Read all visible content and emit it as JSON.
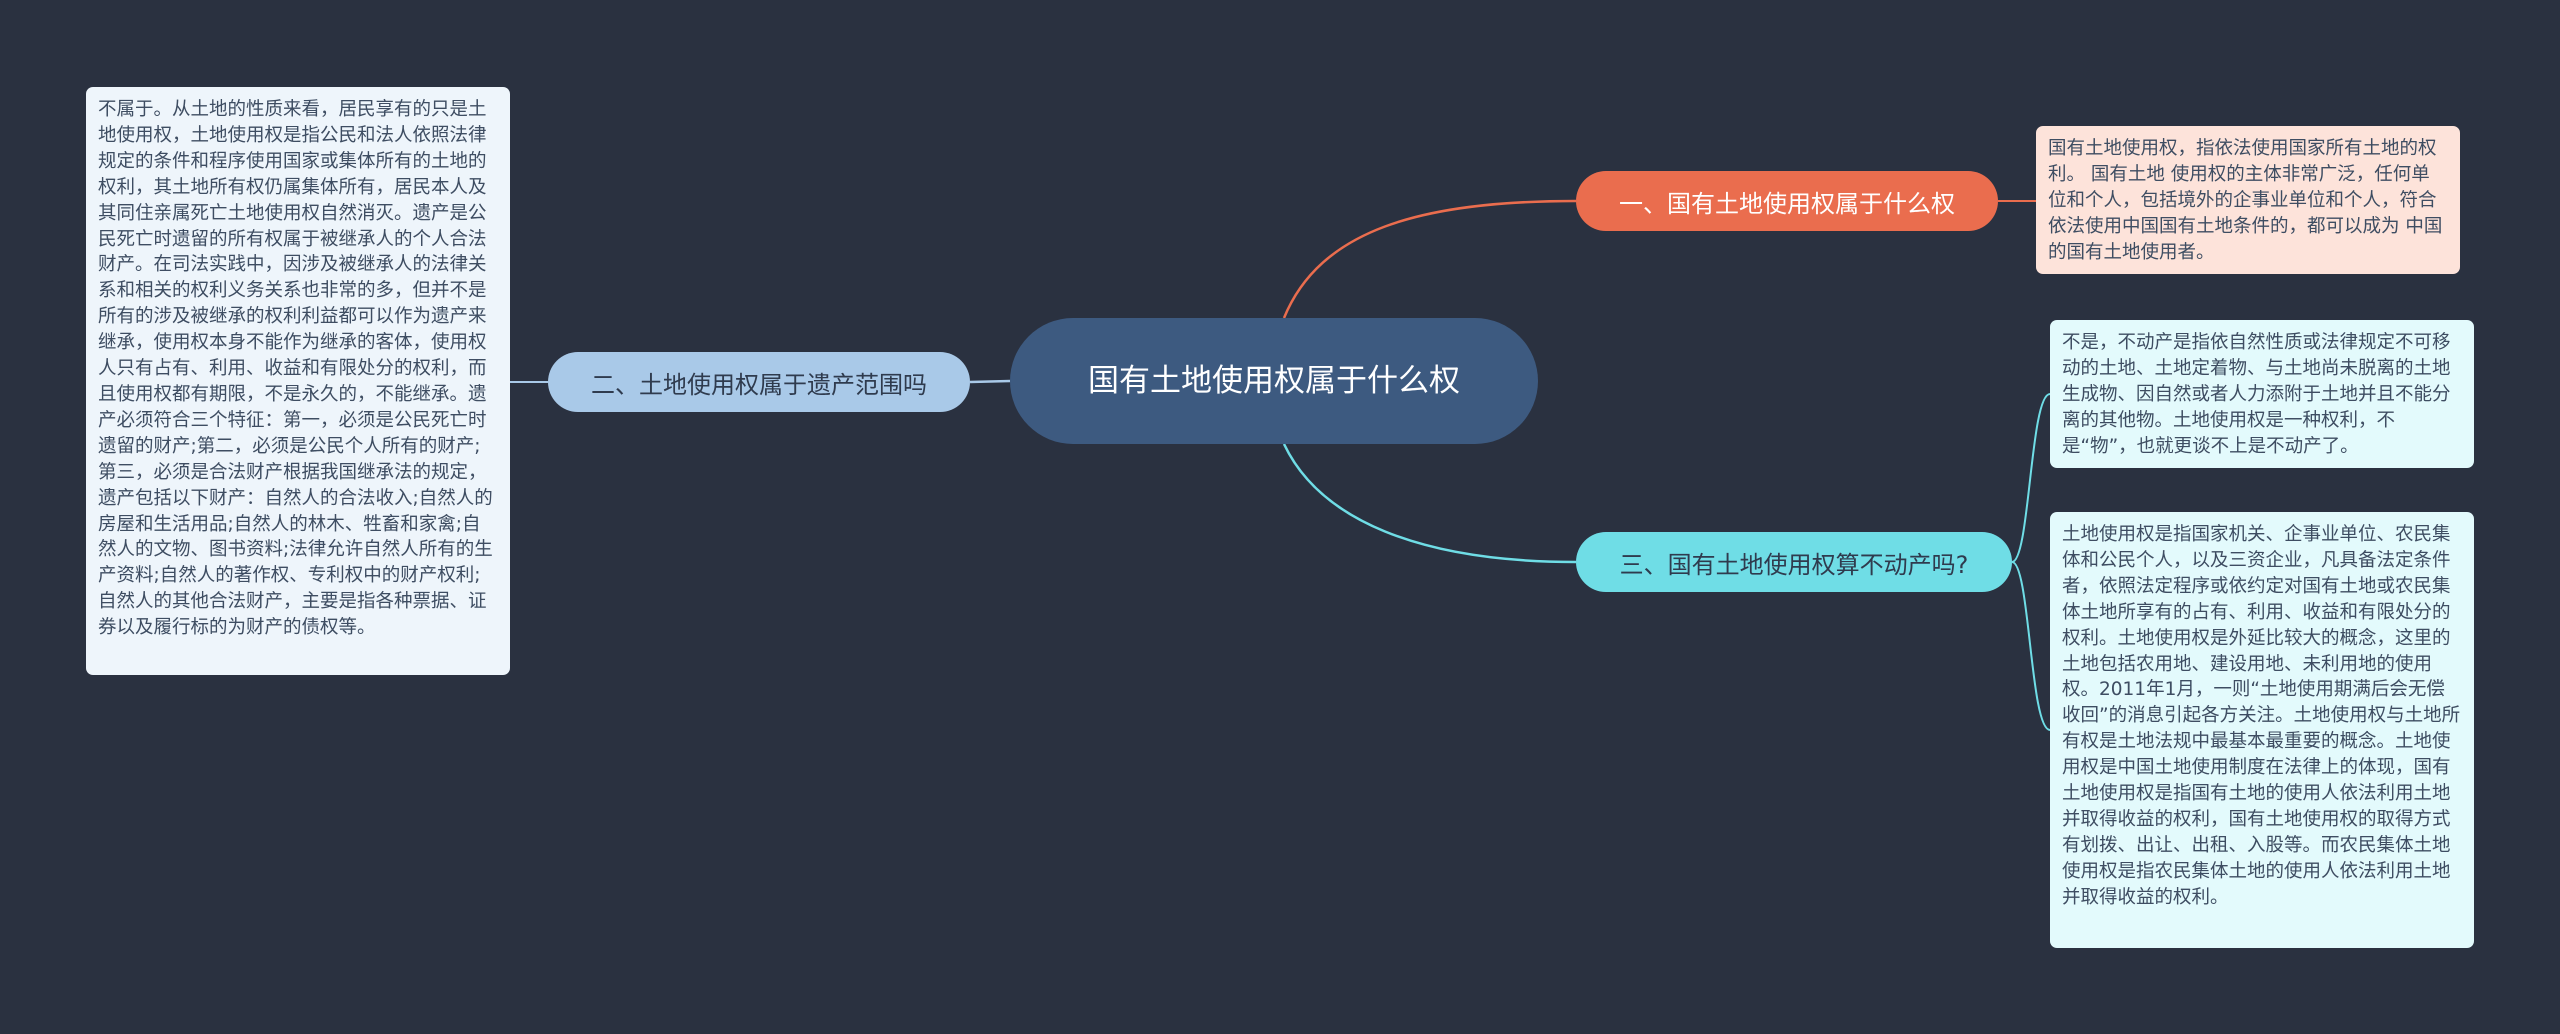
{
  "root": {
    "title": "国有土地使用权属于什么权"
  },
  "branches": {
    "b1": {
      "label": "一、国有土地使用权属于什么权",
      "leaf": "国有土地使用权，指依法使用国家所有土地的权利。 国有土地 使用权的主体非常广泛，任何单位和个人，包括境外的企事业单位和个人，符合依法使用中国国有土地条件的，都可以成为 中国 的国有土地使用者。"
    },
    "b2": {
      "label": "二、土地使用权属于遗产范围吗",
      "leaf": "不属于。从土地的性质来看，居民享有的只是土地使用权，土地使用权是指公民和法人依照法律规定的条件和程序使用国家或集体所有的土地的权利，其土地所有权仍属集体所有，居民本人及其同住亲属死亡土地使用权自然消灭。遗产是公民死亡时遗留的所有权属于被继承人的个人合法财产。在司法实践中，因涉及被继承人的法律关系和相关的权利义务关系也非常的多，但并不是所有的涉及被继承的权利利益都可以作为遗产来继承，使用权本身不能作为继承的客体，使用权人只有占有、利用、收益和有限处分的权利，而且使用权都有期限，不是永久的，不能继承。遗产必须符合三个特征：第一，必须是公民死亡时遗留的财产;第二，必须是公民个人所有的财产;第三，必须是合法财产根据我国继承法的规定，遗产包括以下财产：自然人的合法收入;自然人的房屋和生活用品;自然人的林木、牲畜和家禽;自然人的文物、图书资料;法律允许自然人所有的生产资料;自然人的著作权、专利权中的财产权利;自然人的其他合法财产，主要是指各种票据、证券以及履行标的为财产的债权等。"
    },
    "b3": {
      "label": "三、国有土地使用权算不动产吗?",
      "leaf_a": "不是，不动产是指依自然性质或法律规定不可移动的土地、土地定着物、与土地尚未脱离的土地生成物、因自然或者人力添附于土地并且不能分离的其他物。土地使用权是一种权利，不是“物”，也就更谈不上是不动产了。",
      "leaf_b": "土地使用权是指国家机关、企事业单位、农民集体和公民个人，以及三资企业，凡具备法定条件者，依照法定程序或依约定对国有土地或农民集体土地所享有的占有、利用、收益和有限处分的权利。土地使用权是外延比较大的概念，这里的土地包括农用地、建设用地、未利用地的使用权。2011年1月，一则“土地使用期满后会无偿收回”的消息引起各方关注。土地使用权与土地所有权是土地法规中最基本最重要的概念。土地使用权是中国土地使用制度在法律上的体现，国有土地使用权是指国有土地的使用人依法利用土地并取得收益的权利，国有土地使用权的取得方式有划拨、出让、出租、入股等。而农民集体土地使用权是指农民集体土地的使用人依法利用土地并取得收益的权利。"
    }
  },
  "colors": {
    "background": "#2a3140",
    "root": "#3d5a80",
    "branch1": "#ea6d4e",
    "branch2": "#a9c9e8",
    "branch3": "#6fdde6",
    "leaf1": "#fde3da",
    "leaf2": "#eef5fb",
    "leaf3": "#e3fafc"
  }
}
